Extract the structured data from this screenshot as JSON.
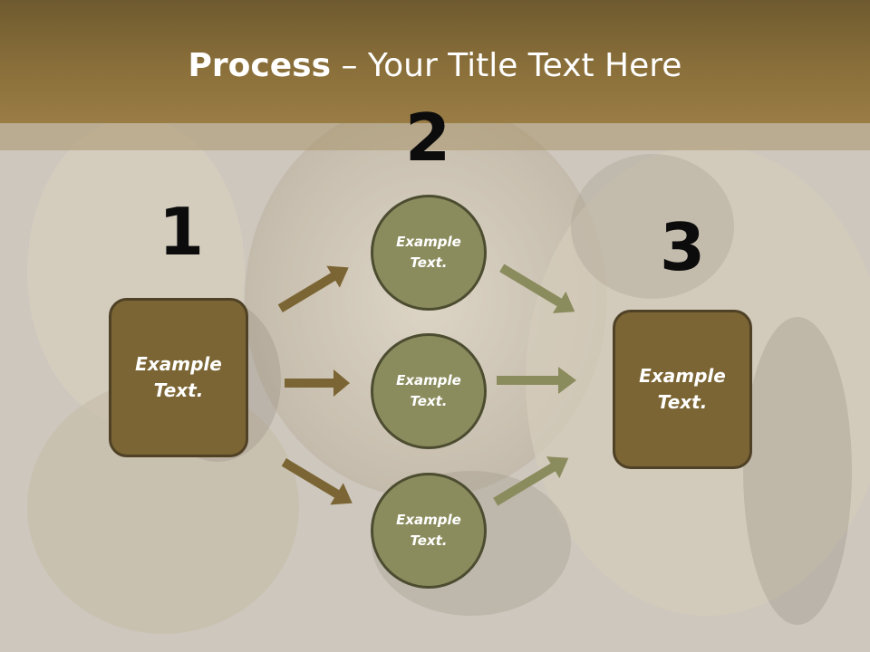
{
  "title": {
    "bold": "Process",
    "rest": " – Your Title Text Here"
  },
  "steps": {
    "one": "1",
    "two": "2",
    "three": "3"
  },
  "left_box": "Example Text.",
  "right_box": "Example Text.",
  "circles": [
    "Example Text.",
    "Example Text.",
    "Example Text."
  ],
  "colors": {
    "box": "#7b6534",
    "circle": "#8b8c5e",
    "arrow_left": "#7b6534",
    "arrow_right": "#8b8c5e",
    "title_bar": "#8a6f3a"
  }
}
